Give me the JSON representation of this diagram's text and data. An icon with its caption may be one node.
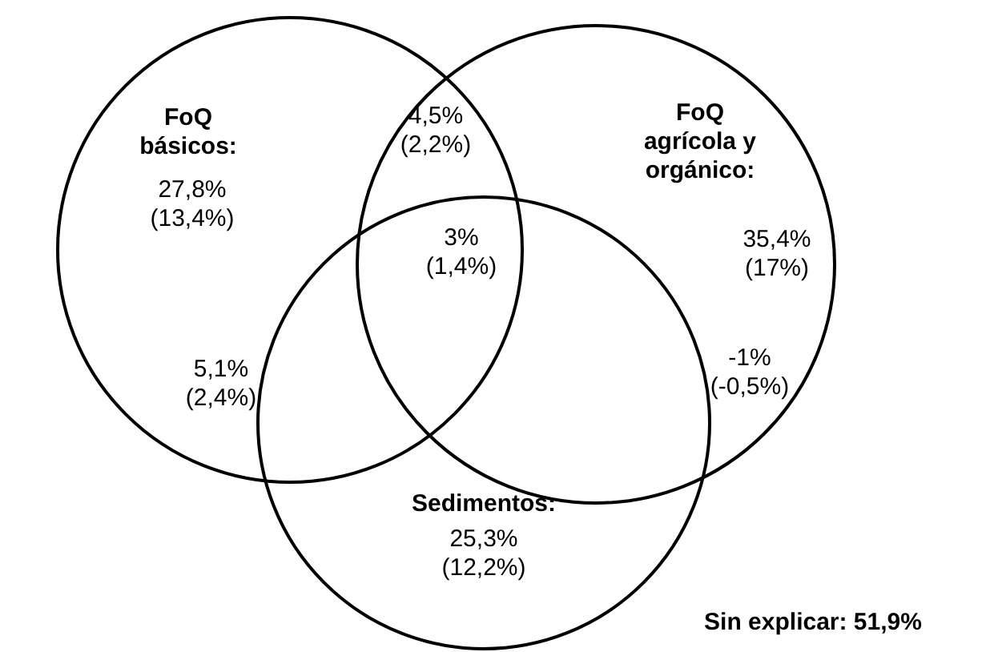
{
  "diagram": {
    "nodes": [
      {
        "text": [
          "FoQ básicos:",
          "27,8% (13,4%)"
        ]
      },
      {
        "text": [
          "FoQ agrícola y orgánico:",
          "35,4% (17%)"
        ]
      },
      {
        "text": [
          "Sedimentos:",
          "25,3% (12,2%)"
        ]
      }
    ],
    "labels": [
      "4,5% (2,2%)",
      "3% (1,4%)",
      "5,1% (2,4%)",
      "-1% (-0,5%)",
      "Sin explicar: 51,9%"
    ]
  }
}
